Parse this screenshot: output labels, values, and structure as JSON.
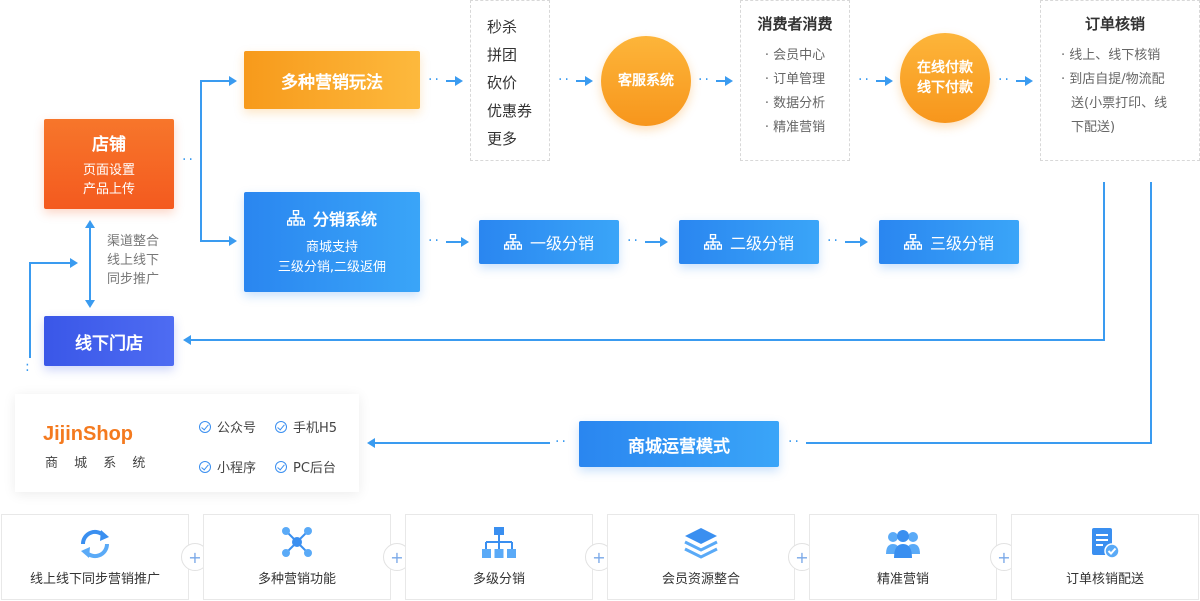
{
  "shop": {
    "title": "店铺",
    "line1": "页面设置",
    "line2": "产品上传"
  },
  "offline_store": {
    "title": "线下门店"
  },
  "channel_note": [
    "渠道整合",
    "线上线下",
    "同步推广"
  ],
  "marketing": {
    "title": "多种营销玩法"
  },
  "promo_list": [
    "秒杀",
    "拼团",
    "砍价",
    "优惠券",
    "更多"
  ],
  "customer_service": {
    "title": "客服系统"
  },
  "consumer": {
    "title": "消费者消费",
    "items": [
      "· 会员中心",
      "· 订单管理",
      "· 数据分析",
      "· 精准营销"
    ]
  },
  "payment": {
    "line1": "在线付款",
    "line2": "线下付款"
  },
  "order_verify": {
    "title": "订单核销",
    "items": [
      "· 线上、线下核销",
      "· 到店自提/物流配",
      "送(小票打印、线",
      "下配送)"
    ]
  },
  "distribution": {
    "title": "分销系统",
    "line1": "商城支持",
    "line2": "三级分销,二级返佣"
  },
  "levels": [
    "一级分销",
    "二级分销",
    "三级分销"
  ],
  "mall_mode": {
    "title": "商城运营模式"
  },
  "brand": {
    "logo": "JijinShop",
    "subtitle": "商 城 系 统"
  },
  "platforms": [
    "公众号",
    "手机H5",
    "小程序",
    "PC后台"
  ],
  "features": [
    "线上线下同步营销推广",
    "多种营销功能",
    "多级分销",
    "会员资源整合",
    "精准营销",
    "订单核销配送"
  ],
  "plus_sign": "+",
  "colors": {
    "orange": "#f79a1b",
    "blue": "#2a86f0",
    "indigo": "#3a57e8",
    "line": "#3a9bf0",
    "logo_orange": "#f47a1f"
  },
  "icons": [
    "tree-icon",
    "sync-icon",
    "network-icon",
    "hierarchy-icon",
    "layers-icon",
    "group-icon",
    "document-check-icon",
    "check-circle-icon"
  ]
}
